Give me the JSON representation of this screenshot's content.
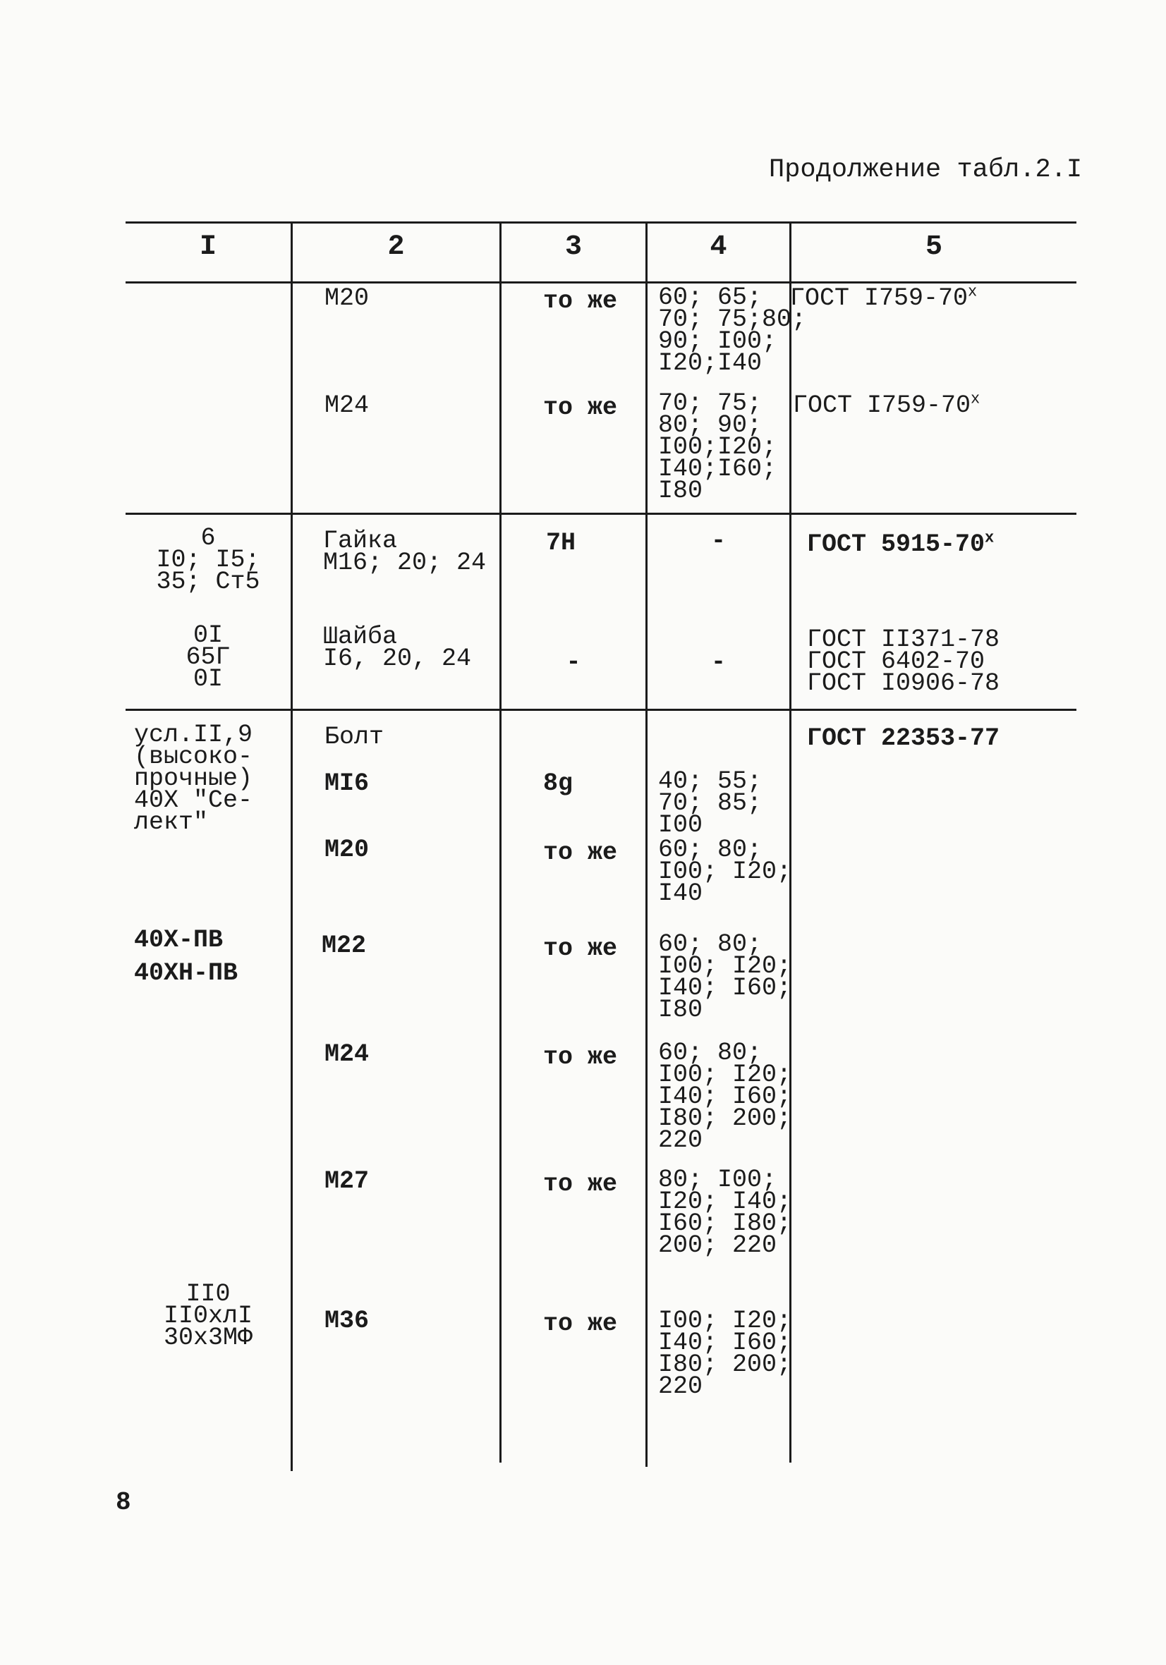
{
  "caption": "Продолжение табл.2.I",
  "page_number": "8",
  "columns": [
    "I",
    "2",
    "3",
    "4",
    "5"
  ],
  "rows": [
    {
      "c1": "",
      "c2": "M20",
      "c3": "то же",
      "c4": "60; 65;\n70; 75;80;\n90; I00;\nI20;I40",
      "c5": "ГОСТ I759-70",
      "c5_sup": "x"
    },
    {
      "c1": "",
      "c2": "M24",
      "c3": "то же",
      "c4": "70; 75;\n80; 90;\nI00;I20;\nI40;I60;\nI80",
      "c5": "ГОСТ I759-70",
      "c5_sup": "x"
    },
    {
      "c1": "6\nI0; I5;\n35; Ст5",
      "c2": "Гайка\nM16; 20; 24",
      "c3": "7H",
      "c4": "-",
      "c5": "ГОСТ 5915-70",
      "c5_sup": "x"
    },
    {
      "c1": "0I\n65Г\n0I",
      "c2": "Шайба\nI6, 20, 24",
      "c3": "-",
      "c4": "-",
      "c5": "ГОСТ II371-78\nГОСТ 6402-70\nГОСТ I0906-78",
      "c5_sup": ""
    },
    {
      "c1": "усл.II,9\n(высоко-\nпрочные)\n40Х \"Се-\nлект\"",
      "c2": "Болт",
      "c3": "",
      "c4": "",
      "c5": "ГОСТ 22353-77",
      "c5_sup": ""
    },
    {
      "c1": "",
      "c2": "MI6",
      "c3": "8g",
      "c4": "40; 55;\n70; 85;\nI00",
      "c5": "",
      "c5_sup": ""
    },
    {
      "c1": "",
      "c2": "M20",
      "c3": "то же",
      "c4": "60; 80;\nI00; I20;\nI40",
      "c5": "",
      "c5_sup": ""
    },
    {
      "c1": "40Х-ПВ\n40ХН-ПВ",
      "c2": "M22",
      "c3": "то же",
      "c4": "60; 80;\nI00; I20;\nI40; I60;\nI80",
      "c5": "",
      "c5_sup": ""
    },
    {
      "c1": "",
      "c2": "M24",
      "c3": "то же",
      "c4": "60; 80;\nI00; I20;\nI40; I60;\nI80; 200;\n220",
      "c5": "",
      "c5_sup": ""
    },
    {
      "c1": "",
      "c2": "M27",
      "c3": "то же",
      "c4": "80; I00;\nI20; I40;\nI60; I80;\n200; 220",
      "c5": "",
      "c5_sup": ""
    },
    {
      "c1": "II0\nII0хлI\n30х3МФ",
      "c2": "M36",
      "c3": "то же",
      "c4": "I00; I20;\nI40; I60;\nI80; 200;\n220",
      "c5": "",
      "c5_sup": ""
    }
  ]
}
